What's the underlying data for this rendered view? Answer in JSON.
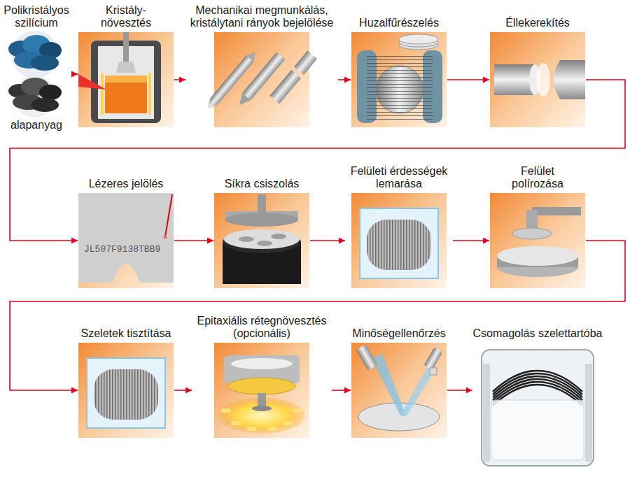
{
  "diagram": {
    "nodes": [
      {
        "text": [
          "Polikristályos szilícium",
          "alapanyag"
        ]
      },
      {
        "text": [
          "Kristály- növesztés"
        ]
      },
      {
        "text": [
          "Mechanikai megmunkálás, kristálytani rányok bejelölése"
        ]
      },
      {
        "text": [
          "Huzalfűrészelés"
        ]
      },
      {
        "text": [
          "Éllekerekítés"
        ]
      },
      {
        "text": [
          "Lézeres jelölés"
        ]
      },
      {
        "text": [
          "Síkra csiszolás"
        ]
      },
      {
        "text": [
          "Felületi érdességek lemarása"
        ]
      },
      {
        "text": [
          "Felület polírozása"
        ]
      },
      {
        "text": [
          "Szeletek tisztítása"
        ]
      },
      {
        "text": [
          "Epitaxiális rétegnövesztés (opcionális)"
        ]
      },
      {
        "text": [
          "Minőségellenőrzés"
        ]
      },
      {
        "text": [
          "Csomagolás szelettartóba"
        ]
      }
    ],
    "edges": [
      {
        "from": 0,
        "to": 1,
        "arrow": "to"
      },
      {
        "from": 1,
        "to": 2,
        "arrow": "to"
      },
      {
        "from": 2,
        "to": 3,
        "arrow": "to"
      },
      {
        "from": 3,
        "to": 4,
        "arrow": "to"
      },
      {
        "from": 4,
        "to": 5,
        "arrow": "to"
      },
      {
        "from": 5,
        "to": 6,
        "arrow": "to"
      },
      {
        "from": 6,
        "to": 7,
        "arrow": "to"
      },
      {
        "from": 7,
        "to": 8,
        "arrow": "to"
      },
      {
        "from": 8,
        "to": 9,
        "arrow": "to"
      },
      {
        "from": 9,
        "to": 10,
        "arrow": "to"
      },
      {
        "from": 10,
        "to": 11,
        "arrow": "to"
      },
      {
        "from": 11,
        "to": 12,
        "arrow": "to"
      }
    ],
    "labels": [
      "JL507F9138TBB9"
    ]
  }
}
